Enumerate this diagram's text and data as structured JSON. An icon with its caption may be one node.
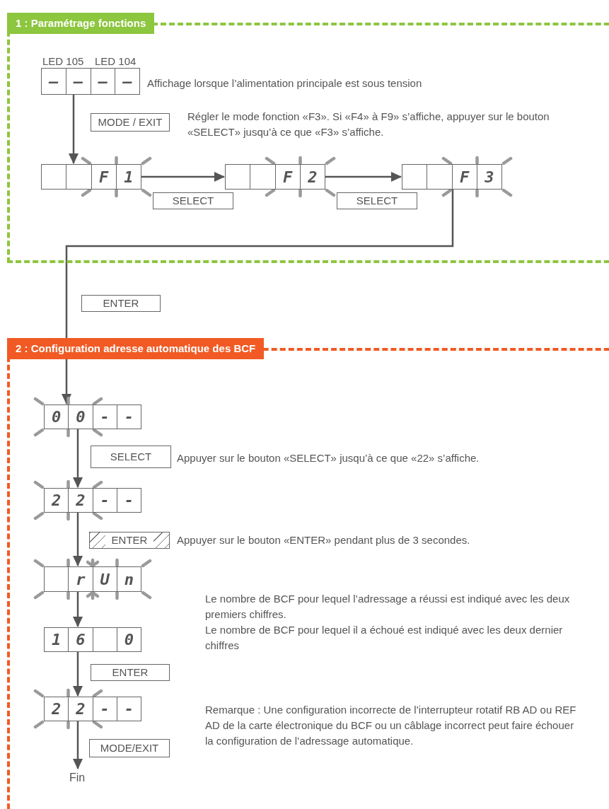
{
  "diagram": {
    "nodes": [
      {
        "text": [
          "1 : Paramétrage fonctions"
        ]
      },
      {
        "text": [
          "—",
          "—",
          "—",
          "—"
        ],
        "in": 0,
        "beside": [
          "LED 105",
          "LED 104",
          "Affichage lorsque l’alimentation principale est sous tension"
        ]
      },
      {
        "text": [
          "F",
          "1"
        ],
        "in": 0
      },
      {
        "text": [
          "F",
          "2"
        ],
        "in": 0
      },
      {
        "text": [
          "F",
          "3"
        ],
        "in": 0
      },
      {
        "text": [
          "2 : Configuration adresse automatique des BCF"
        ]
      },
      {
        "text": [
          "0",
          "0",
          "-",
          "-"
        ],
        "in": 5
      },
      {
        "text": [
          "2",
          "2",
          "-",
          "-"
        ],
        "in": 5
      },
      {
        "text": [
          "r",
          "U",
          "n"
        ],
        "in": 5
      },
      {
        "text": [
          "1",
          "6",
          "0"
        ],
        "in": 5
      },
      {
        "text": [
          "2",
          "2",
          "-",
          "-"
        ],
        "in": 5
      },
      {
        "text": [
          "Fin"
        ],
        "in": 5
      }
    ],
    "edges": [
      {
        "from": 1,
        "to": 2,
        "arrow": "to",
        "label": "MODE / EXIT"
      },
      {
        "from": 2,
        "to": 3,
        "arrow": "to",
        "label": "SELECT"
      },
      {
        "from": 3,
        "to": 4,
        "arrow": "to",
        "label": "SELECT"
      },
      {
        "from": 4,
        "to": 6,
        "arrow": "to",
        "label": "ENTER"
      },
      {
        "from": 6,
        "to": 7,
        "arrow": "to",
        "label": "SELECT"
      },
      {
        "from": 7,
        "to": 8,
        "arrow": "to",
        "label": "ENTER"
      },
      {
        "from": 8,
        "to": 9,
        "arrow": "to"
      },
      {
        "from": 9,
        "to": 10,
        "arrow": "to",
        "label": "ENTER"
      },
      {
        "from": 10,
        "to": 11,
        "arrow": "to",
        "label": "MODE/EXIT"
      }
    ],
    "labels": [
      "Régler le mode fonction «F3». Si «F4» à F9» s’affiche, appuyer sur le bouton «SELECT» jusqu’à ce que «F3» s’affiche.",
      "Appuyer sur le bouton «SELECT» jusqu’à ce que «22» s’affiche.",
      "Appuyer sur le bouton «ENTER» pendant plus de 3 secondes.",
      "Le nombre de BCF pour lequel l’adressage a réussi est indiqué avec les deux premiers chiffres.",
      "Le nombre de BCF pour lequel il a échoué est indiqué avec les deux dernier chiffres",
      "Remarque : Une configuration incorrecte de l’interrupteur rotatif RB AD ou REF AD de la carte électronique du BCF ou un câblage incorrect peut faire échouer la configuration de l’adressage automatique."
    ]
  }
}
